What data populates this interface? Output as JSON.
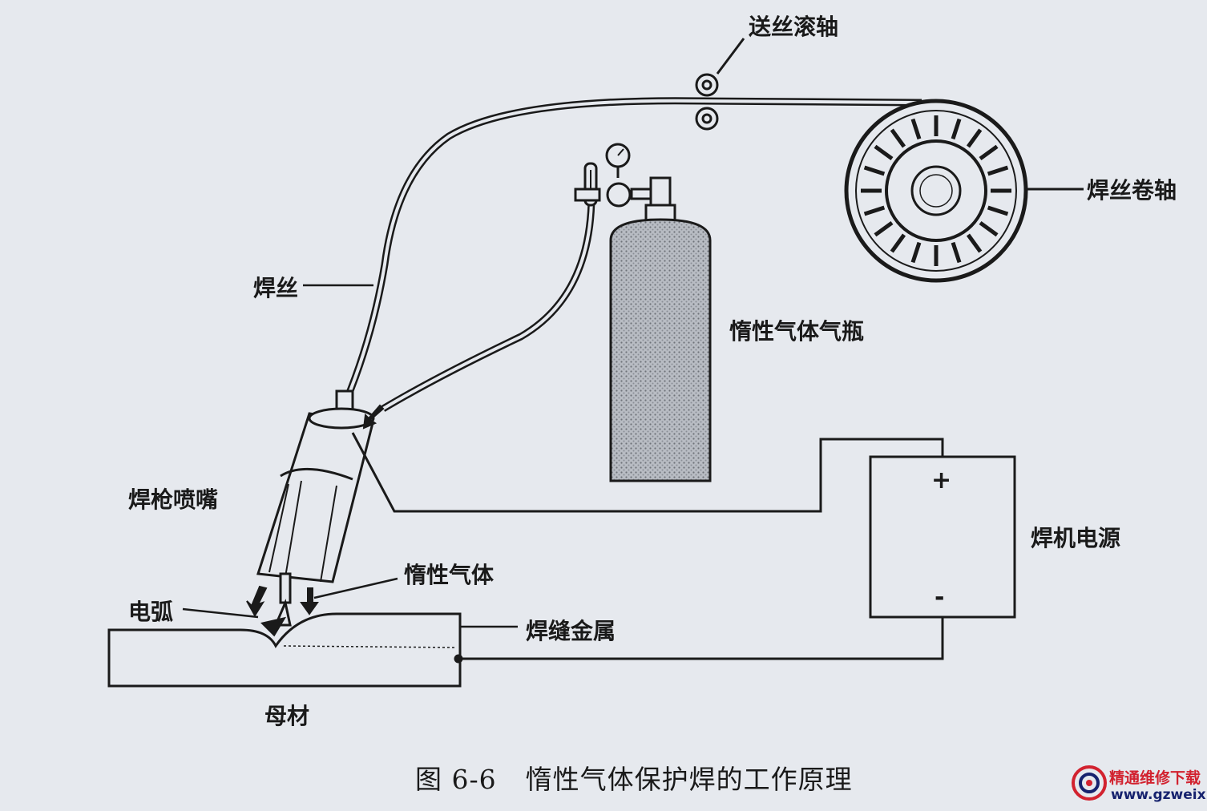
{
  "labels": {
    "feed_rollers": "送丝滚轴",
    "wire_spool": "焊丝卷轴",
    "welding_wire": "焊丝",
    "gas_cylinder": "惰性气体气瓶",
    "torch_nozzle": "焊枪喷嘴",
    "power_source": "焊机电源",
    "inert_gas": "惰性气体",
    "arc": "电弧",
    "weld_metal": "焊缝金属",
    "base_metal": "母材",
    "plus": "+",
    "minus": "-"
  },
  "caption": {
    "figure_number": "图 6-6",
    "title": "惰性气体保护焊的工作原理"
  },
  "watermark": {
    "name": "精通维修下载",
    "url": "www.gzweix.com"
  },
  "colors": {
    "background": "#e6e9ee",
    "line": "#1a1a1a",
    "watermark_red": "#d2222f",
    "watermark_blue": "#16226e"
  }
}
